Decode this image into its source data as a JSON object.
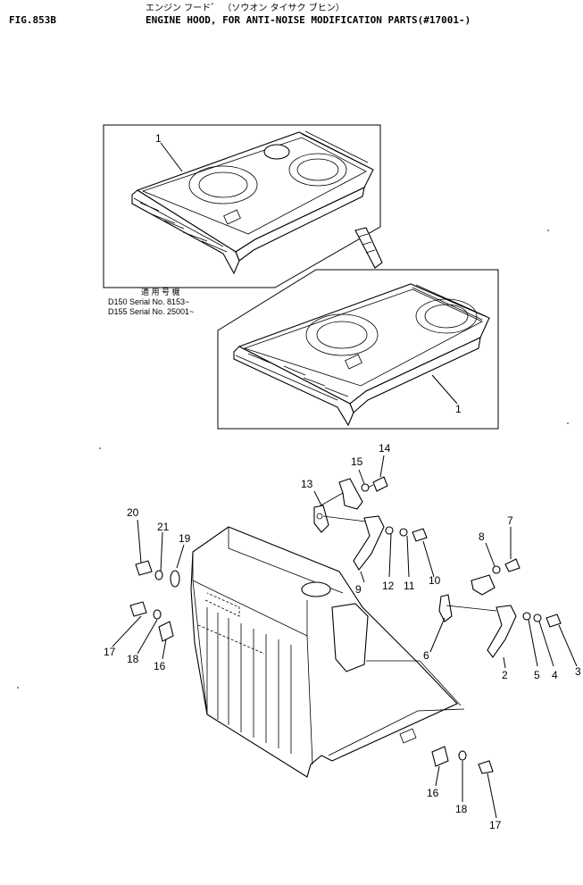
{
  "header": {
    "fig_no": "FIG.853B",
    "title_jp": "エンジン フード゛ （ソウオン タイサク ブヒン）",
    "title_en": "ENGINE HOOD, FOR ANTI-NOISE MODIFICATION PARTS(#17001-)"
  },
  "serials": {
    "heading": "適 用 号 機",
    "rows": [
      "D150   Serial No. 8153~",
      "D155   Serial No. 25001~"
    ]
  },
  "callouts": [
    "1",
    "1",
    "14",
    "15",
    "13",
    "20",
    "21",
    "19",
    "7",
    "8",
    "17",
    "18",
    "16",
    "9",
    "12",
    "11",
    "10",
    "6",
    "2",
    "5",
    "4",
    "3",
    "16",
    "18",
    "17"
  ]
}
